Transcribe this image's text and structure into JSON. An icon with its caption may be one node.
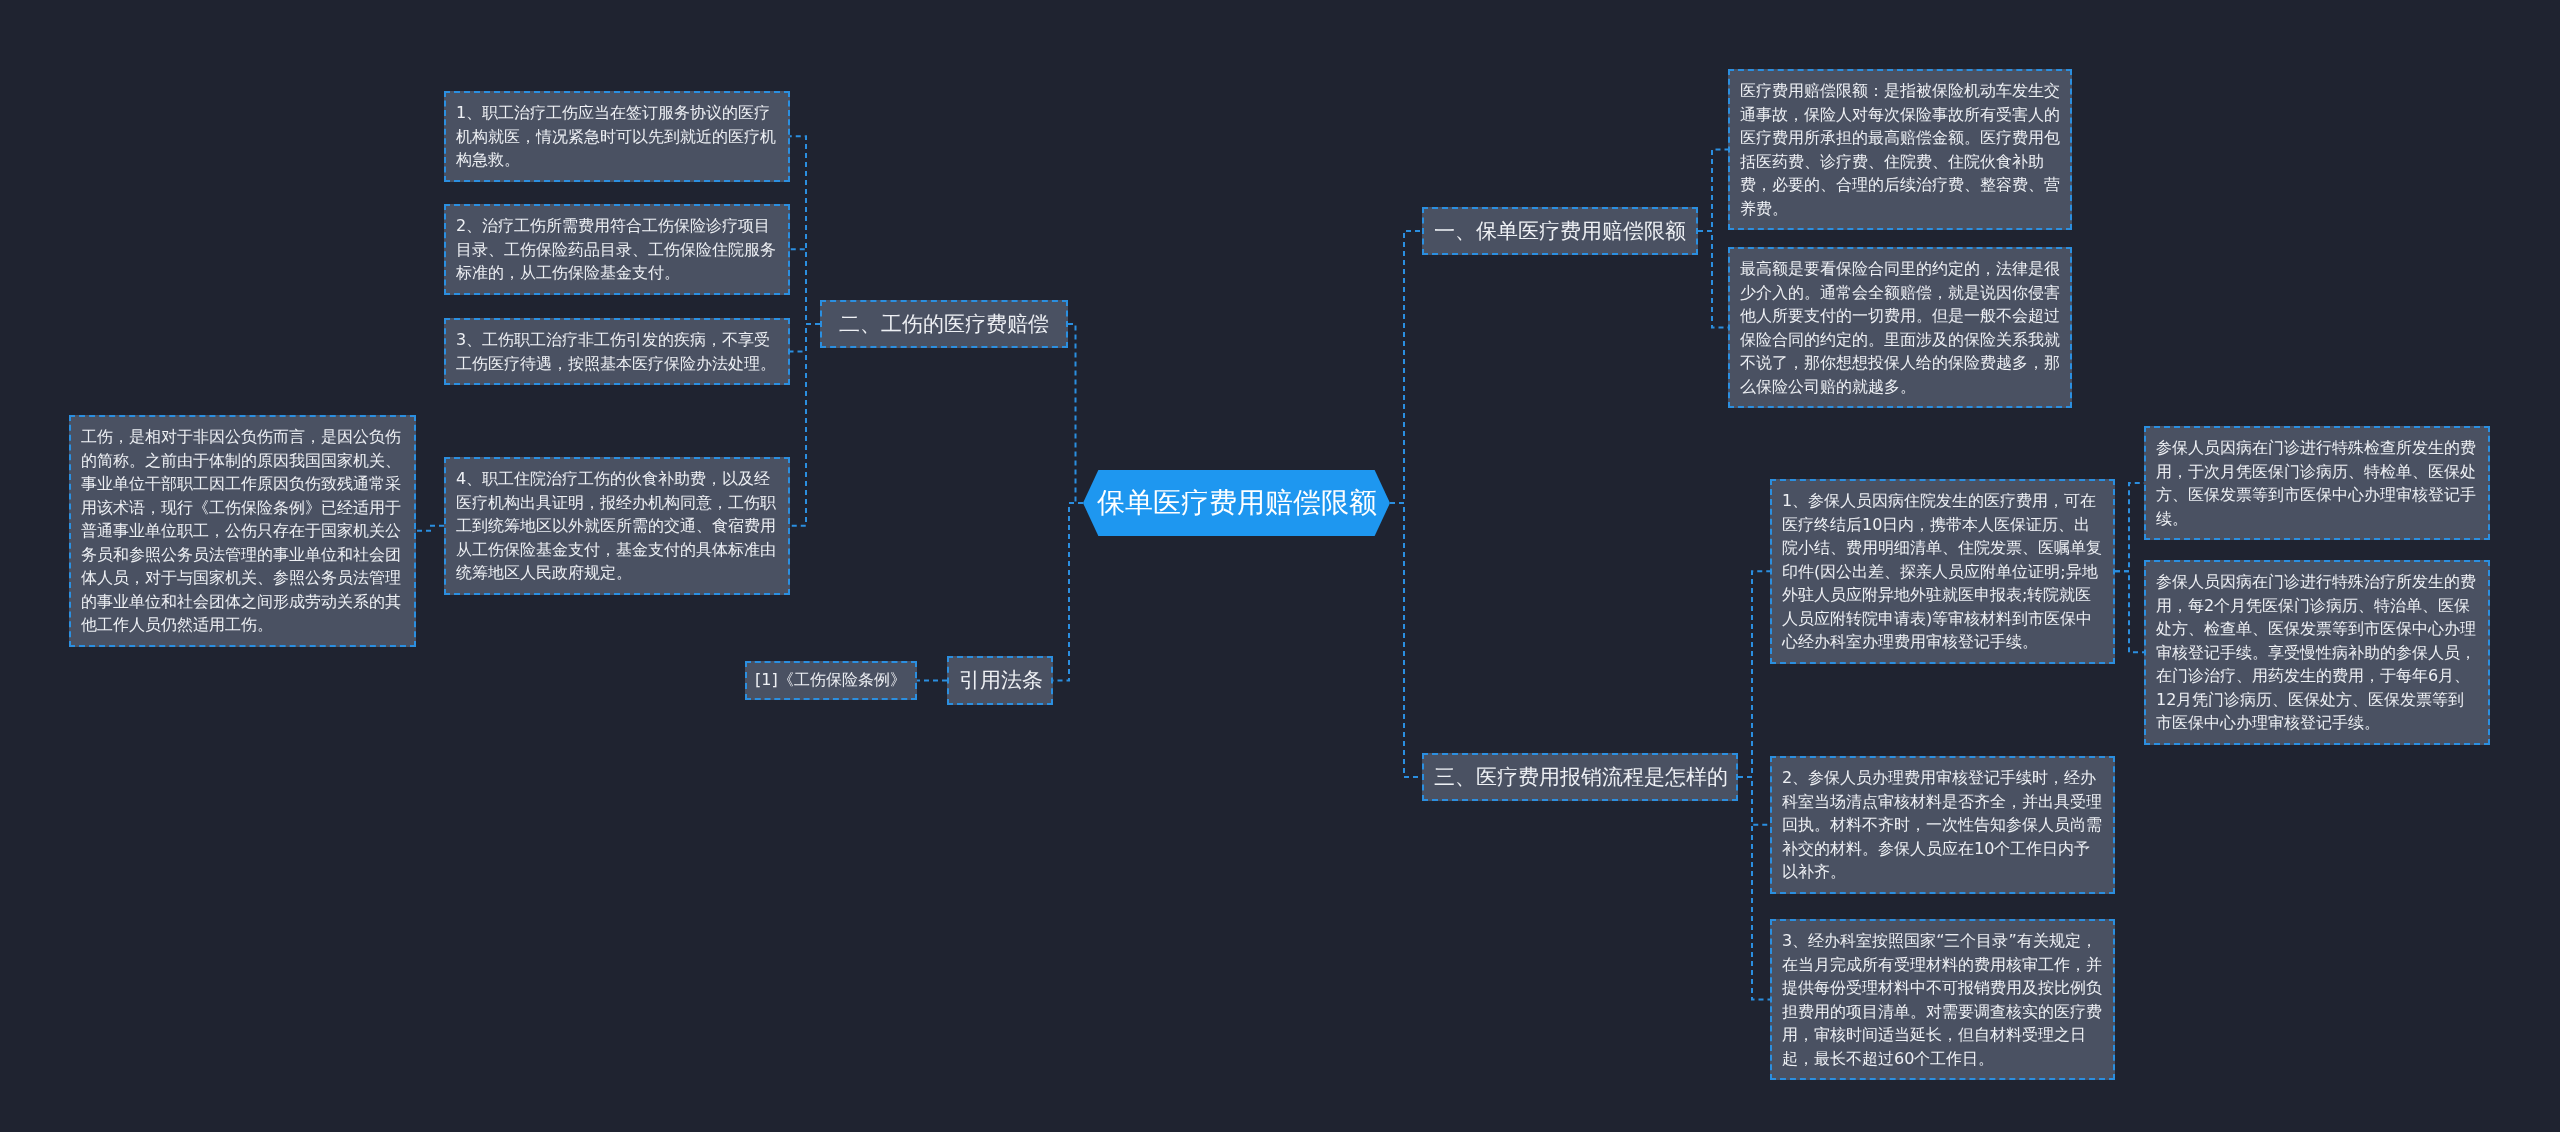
{
  "diagram": {
    "nodes": [
      {
        "text": [
          "保单医疗费用赔偿限额"
        ]
      },
      {
        "text": [
          "一、保单医疗费用赔偿限额"
        ]
      },
      {
        "text": [
          "医疗费用赔偿限额：是指被保险机动车发生交通事故，保险人对每次保险事故所有受害人的医疗费用所承担的最高赔偿金额。医疗费用包括医药费、诊疗费、住院费、住院伙食补助费，必要的、合理的后续治疗费、整容费、营养费。"
        ]
      },
      {
        "text": [
          "最高额是要看保险合同里的约定的，法律是很少介入的。通常会全额赔偿，就是说因你侵害他人所要支付的一切费用。但是一般不会超过保险合同的约定的。里面涉及的保险关系我就不说了，那你想想投保人给的保险费越多，那么保险公司赔的就越多。"
        ]
      },
      {
        "text": [
          "三、医疗费用报销流程是怎样的"
        ]
      },
      {
        "text": [
          "1、参保人员因病住院发生的医疗费用，可在医疗终结后10日内，携带本人医保证历、出院小结、费用明细清单、住院发票、医嘱单复印件(因公出差、探亲人员应附单位证明;异地外驻人员应附异地外驻就医申报表;转院就医人员应附转院申请表)等审核材料到市医保中心经办科室办理费用审核登记手续。"
        ]
      },
      {
        "text": [
          "参保人员因病在门诊进行特殊检查所发生的费用，于次月凭医保门诊病历、特检单、医保处方、医保发票等到市医保中心办理审核登记手续。"
        ]
      },
      {
        "text": [
          "参保人员因病在门诊进行特殊治疗所发生的费用，每2个月凭医保门诊病历、特治单、医保处方、检查单、医保发票等到市医保中心办理审核登记手续。享受慢性病补助的参保人员，在门诊治疗、用药发生的费用，于每年6月、12月凭门诊病历、医保处方、医保发票等到市医保中心办理审核登记手续。"
        ]
      },
      {
        "text": [
          "2、参保人员办理费用审核登记手续时，经办科室当场清点审核材料是否齐全，并出具受理回执。材料不齐时，一次性告知参保人员尚需补交的材料。参保人员应在10个工作日内予以补齐。"
        ]
      },
      {
        "text": [
          "3、经办科室按照国家“三个目录”有关规定，在当月完成所有受理材料的费用核审工作，并提供每份受理材料中不可报销费用及按比例负担费用的项目清单。对需要调查核实的医疗费用，审核时间适当延长，但自材料受理之日起，最长不超过60个工作日。"
        ]
      },
      {
        "text": [
          "二、工伤的医疗费赔偿"
        ]
      },
      {
        "text": [
          "1、职工治疗工伤应当在签订服务协议的医疗机构就医，情况紧急时可以先到就近的医疗机构急救。"
        ]
      },
      {
        "text": [
          "2、治疗工伤所需费用符合工伤保险诊疗项目目录、工伤保险药品目录、工伤保险住院服务标准的，从工伤保险基金支付。"
        ]
      },
      {
        "text": [
          "3、工伤职工治疗非工伤引发的疾病，不享受工伤医疗待遇，按照基本医疗保险办法处理。"
        ]
      },
      {
        "text": [
          "4、职工住院治疗工伤的伙食补助费，以及经医疗机构出具证明，报经办机构同意，工伤职工到统筹地区以外就医所需的交通、食宿费用从工伤保险基金支付，基金支付的具体标准由统筹地区人民政府规定。"
        ]
      },
      {
        "text": [
          "工伤，是相对于非因公负伤而言，是因公负伤的简称。之前由于体制的原因我国国家机关、事业单位干部职工因工作原因负伤致残通常采用该术语，现行《工伤保险条例》已经适用于普通事业单位职工，公伤只存在于国家机关公务员和参照公务员法管理的事业单位和社会团体人员，对于与国家机关、参照公务员法管理的事业单位和社会团体之间形成劳动关系的其他工作人员仍然适用工伤。"
        ]
      },
      {
        "text": [
          "引用法条"
        ]
      },
      {
        "text": [
          "[1]《工伤保险条例》"
        ]
      }
    ],
    "edges": [
      {
        "from": 0,
        "to": 1,
        "arrow": "none"
      },
      {
        "from": 1,
        "to": 2,
        "arrow": "none"
      },
      {
        "from": 1,
        "to": 3,
        "arrow": "none"
      },
      {
        "from": 0,
        "to": 4,
        "arrow": "none"
      },
      {
        "from": 4,
        "to": 5,
        "arrow": "none"
      },
      {
        "from": 5,
        "to": 6,
        "arrow": "none"
      },
      {
        "from": 5,
        "to": 7,
        "arrow": "none"
      },
      {
        "from": 4,
        "to": 8,
        "arrow": "none"
      },
      {
        "from": 4,
        "to": 9,
        "arrow": "none"
      },
      {
        "from": 0,
        "to": 10,
        "arrow": "none"
      },
      {
        "from": 10,
        "to": 11,
        "arrow": "none"
      },
      {
        "from": 10,
        "to": 12,
        "arrow": "none"
      },
      {
        "from": 10,
        "to": 13,
        "arrow": "none"
      },
      {
        "from": 10,
        "to": 14,
        "arrow": "none"
      },
      {
        "from": 14,
        "to": 15,
        "arrow": "none"
      },
      {
        "from": 0,
        "to": 16,
        "arrow": "none"
      },
      {
        "from": 16,
        "to": 17,
        "arrow": "none"
      }
    ]
  }
}
